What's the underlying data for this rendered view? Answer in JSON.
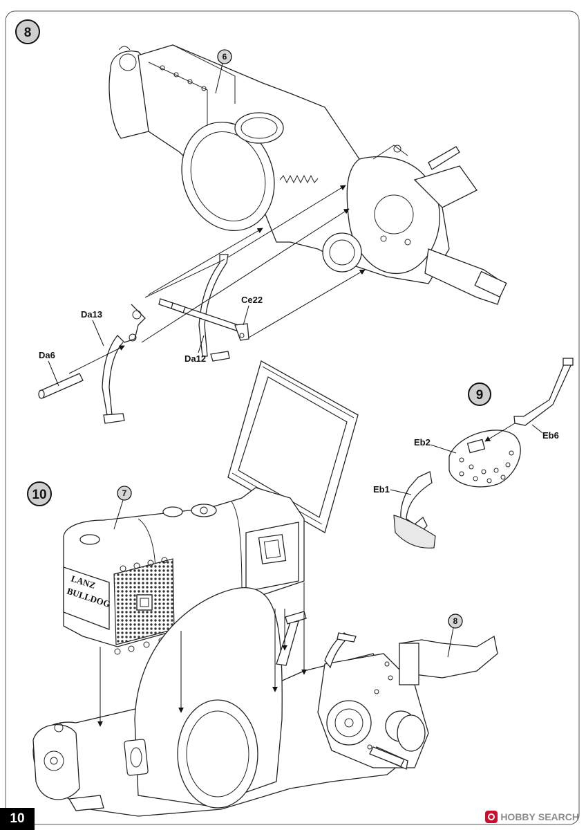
{
  "page": {
    "number": "10"
  },
  "steps": {
    "s8": "8",
    "s9": "9",
    "s10": "10"
  },
  "parts": {
    "da13": "Da13",
    "da6": "Da6",
    "da12": "Da12",
    "ce22": "Ce22",
    "eb2": "Eb2",
    "eb6": "Eb6",
    "eb1": "Eb1"
  },
  "subassemblies": {
    "ref6": "6",
    "ref7": "7",
    "ref8": "8"
  },
  "grille_badge": {
    "line1": "LANZ",
    "line2": "BULLDOG"
  },
  "watermark": {
    "brand": "HOBBY",
    "word": "SEARCH"
  }
}
